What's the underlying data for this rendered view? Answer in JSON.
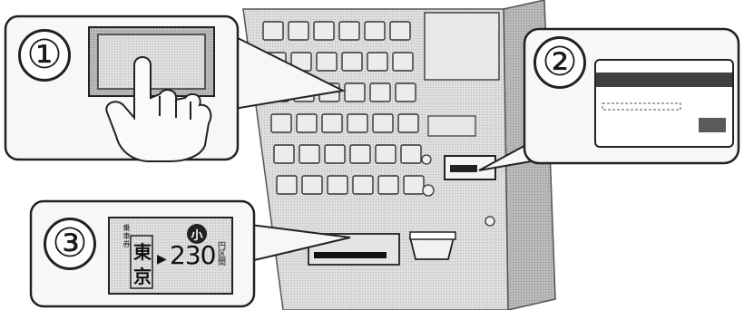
{
  "steps": {
    "step1": {
      "number": "①",
      "icon": "finger-press-button-icon"
    },
    "step2": {
      "number": "②",
      "icon": "ic-card-icon"
    },
    "step3": {
      "number": "③",
      "icon": "ticket-icon"
    }
  },
  "ticket": {
    "vertical_text": "乗車券",
    "city_char_1": "東",
    "city_char_2": "京",
    "arrow": "▶",
    "price": "230",
    "unit": "円区間",
    "child_mark": "小"
  },
  "colors": {
    "outline": "#222222",
    "machine_body": "#d4d4d4",
    "machine_dark": "#8f8f8f",
    "ticket_bg": "#dcdcdc",
    "card_stripe": "#444444"
  }
}
